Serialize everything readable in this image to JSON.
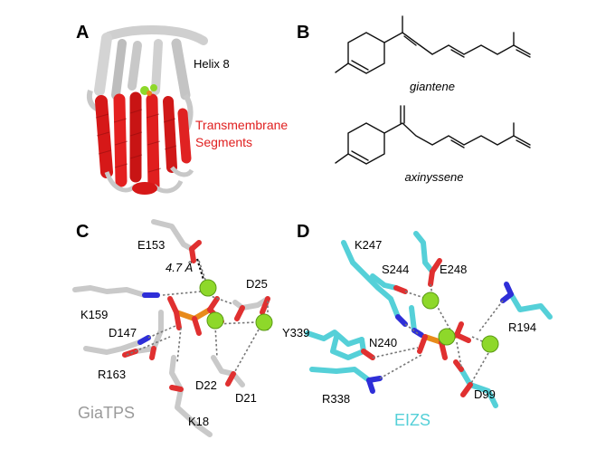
{
  "panels": {
    "a": {
      "letter": "A",
      "helix_label": "Helix 8",
      "tm_label_line1": "Transmembrane",
      "tm_label_line2": "Segments",
      "ribbon_color": "#e01818"
    },
    "b": {
      "letter": "B",
      "compound1": "giantene",
      "compound2": "axinyssene"
    },
    "c": {
      "letter": "C",
      "enzyme": "GiaTPS",
      "enzyme_color": "#9a9a9a",
      "distance": "4.7 Å",
      "residues": {
        "e153": "E153",
        "d25": "D25",
        "k159": "K159",
        "d147": "D147",
        "r163": "R163",
        "d22": "D22",
        "d21": "D21",
        "k18": "K18"
      }
    },
    "d": {
      "letter": "D",
      "enzyme": "EIZS",
      "enzyme_color": "#55d0d8",
      "residues": {
        "k247": "K247",
        "s244": "S244",
        "e248": "E248",
        "r194": "R194",
        "y339": "Y339",
        "n240": "N240",
        "r338": "R338",
        "d99": "D99"
      }
    }
  },
  "colors": {
    "magnesium": "#8ed82a",
    "oxygen": "#e03030",
    "nitrogen": "#2e2ed8",
    "phosphorus": "#e88a1a"
  }
}
